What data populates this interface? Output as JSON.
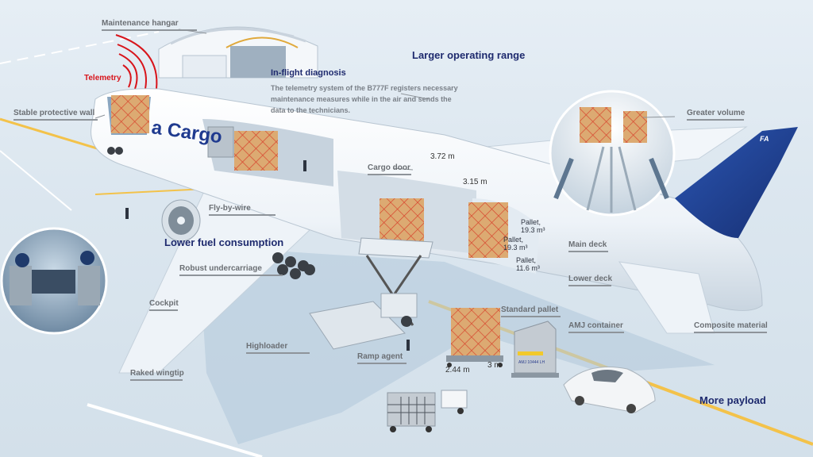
{
  "headings": {
    "larger_range": "Larger operating range",
    "inflight_title": "In-flight diagnosis",
    "inflight_body": "The telemetry system of the B777F registers necessary maintenance measures while in the air and sends the data to the technicians.",
    "lower_fuel": "Lower fuel consumption",
    "more_payload": "More payload"
  },
  "labels": {
    "maintenance_hangar": "Maintenance hangar",
    "telemetry": "Telemetry",
    "stable_wall": "Stable protective wall",
    "fly_by_wire": "Fly-by-wire",
    "robust_undercarriage": "Robust undercarriage",
    "cockpit": "Cockpit",
    "raked_wingtip": "Raked wingtip",
    "highloader": "Highloader",
    "ramp_agent": "Ramp agent",
    "cargo_door": "Cargo door",
    "greater_volume": "Greater volume",
    "main_deck": "Main deck",
    "lower_deck": "Lower deck",
    "standard_pallet": "Standard pallet",
    "amj_container": "AMJ container",
    "composite_material": "Composite material"
  },
  "measurements": {
    "door_width": "3.72 m",
    "door_height": "3.15 m",
    "pallet_width": "2.44 m",
    "pallet_length": "3 m"
  },
  "pallets": [
    {
      "name": "Pallet,",
      "volume": "19.3 m³"
    },
    {
      "name": "Pallet,",
      "volume": "19.3 m³"
    },
    {
      "name": "Pallet,",
      "volume": "11.6 m³"
    }
  ],
  "fuselage_text": "a Cargo",
  "tail_text": "FA",
  "container_text": "AMJ 10444 LH",
  "colors": {
    "heading_navy": "#1e2a6e",
    "telemetry_red": "#d8141b",
    "tail_blue": "#1f3f8f",
    "cargo_tan": "#d9a56a",
    "taxi_yellow": "#f3c24a"
  }
}
